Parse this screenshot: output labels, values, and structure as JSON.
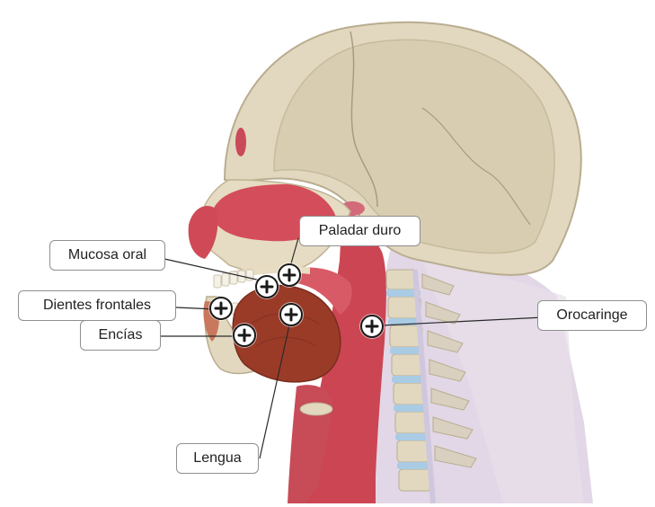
{
  "labels": {
    "paladar_duro": "Paladar duro",
    "mucosa_oral": "Mucosa oral",
    "dientes_frontales": "Dientes frontales",
    "encias": "Encías",
    "orocaringe": "Orocaringe",
    "lengua": "Lengua"
  },
  "icons": {
    "hotspot": "plus-icon"
  },
  "colors": {
    "bone": "#e2d8bf",
    "soft_tissue": "#cf4a56",
    "tongue": "#9a3b28",
    "vertebra_disc": "#a9cbe4",
    "neck_skin": "#ddd0e2",
    "outline": "#1a1a1a"
  }
}
